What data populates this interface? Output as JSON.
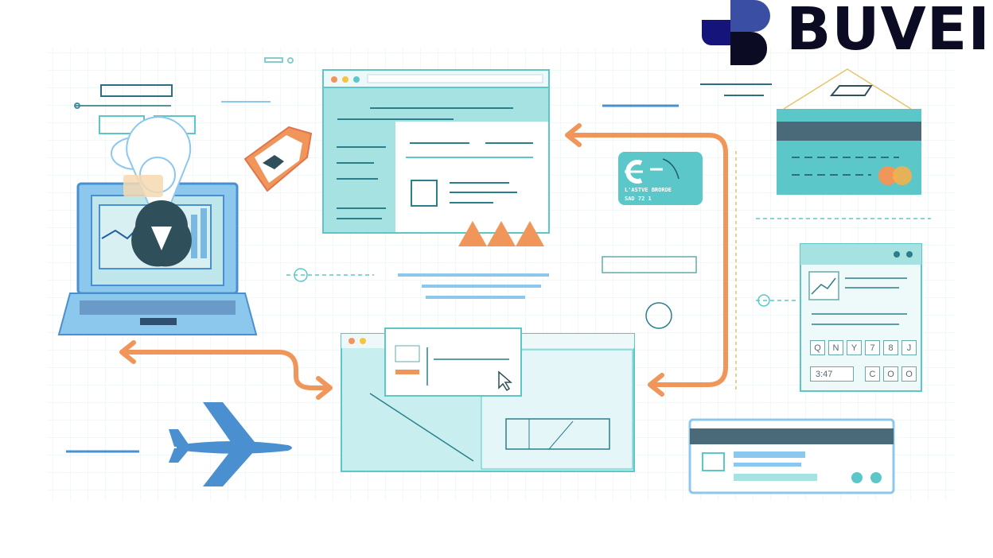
{
  "brand": {
    "name": "BUVEI",
    "colors": {
      "navy": "#0b0b24",
      "blue": "#3a4fa3",
      "teal": "#5cc7c9",
      "orange": "#f0965a",
      "light_blue": "#8cc8ee"
    }
  },
  "payment_card": {
    "line1": "L'ASTVE  BRORDE",
    "line2": "SAD  72 1"
  },
  "keypad": {
    "row1": [
      "Q",
      "N",
      "Y",
      "7",
      "8",
      "J"
    ],
    "display": "3:47",
    "row2": [
      "C",
      "O",
      "O"
    ]
  }
}
